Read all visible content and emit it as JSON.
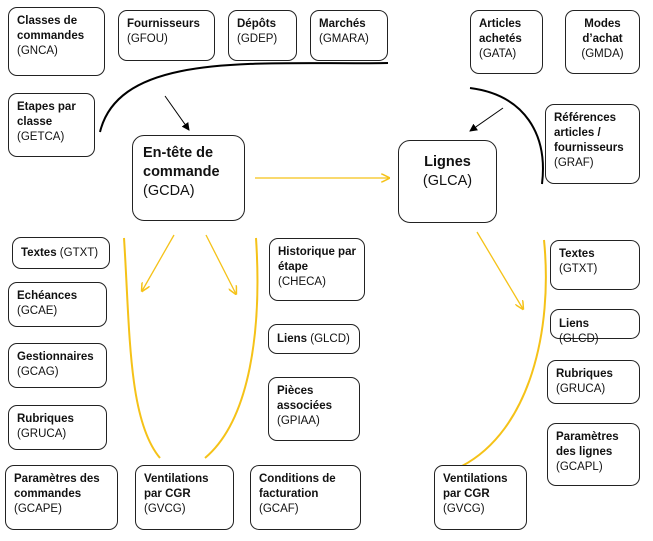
{
  "boxes": {
    "gnca": {
      "t": "Classes de commandes",
      "c": "(GNCA)"
    },
    "gfou": {
      "t": "Fournisseurs",
      "c": "(GFOU)"
    },
    "gdep": {
      "t": "Dépôts",
      "c": "(GDEP)"
    },
    "gmara": {
      "t": "Marchés",
      "c": "(GMARA)"
    },
    "gata": {
      "t": "Articles achetés",
      "c": "(GATA)"
    },
    "gmda": {
      "t": "Modes d’achat",
      "c": "(GMDA)"
    },
    "getca": {
      "t": "Etapes par classe",
      "c": "(GETCA)"
    },
    "gcda": {
      "t": "En-tête de commande",
      "c": "(GCDA)"
    },
    "glca": {
      "t": "Lignes",
      "c": "(GLCA)"
    },
    "graf": {
      "t": "Références articles / fournisseurs",
      "c": "(GRAF)"
    },
    "gtxt1": {
      "t": "Textes",
      "c": "(GTXT)"
    },
    "gcae": {
      "t": "Echéances",
      "c": "(GCAE)"
    },
    "gcag": {
      "t": "Gestionnaires",
      "c": "(GCAG)"
    },
    "gruca1": {
      "t": "Rubriques",
      "c": "(GRUCA)"
    },
    "gcape": {
      "t": "Paramètres des commandes",
      "c": "(GCAPE)"
    },
    "gvcg1": {
      "t": "Ventilations par CGR",
      "c": "(GVCG)"
    },
    "gcaf": {
      "t": "Conditions de facturation",
      "c": "(GCAF)"
    },
    "checa": {
      "t": "Historique par étape",
      "c": "(CHECA)"
    },
    "glcd1": {
      "t": "Liens",
      "c": "(GLCD)"
    },
    "gpiaa": {
      "t": "Pièces associées",
      "c": "(GPIAA)"
    },
    "gtxt2": {
      "t": "Textes",
      "c": "(GTXT)"
    },
    "glcd2": {
      "t": "Liens",
      "c": "(GLCD)"
    },
    "gruca2": {
      "t": "Rubriques",
      "c": "(GRUCA)"
    },
    "gcapl": {
      "t": "Paramètres des lignes",
      "c": "(GCAPL)"
    },
    "gvcg2": {
      "t": "Ventilations par CGR",
      "c": "(GVCG)"
    }
  },
  "colors": {
    "dependency": "#000000",
    "composition": "#f5c218"
  }
}
